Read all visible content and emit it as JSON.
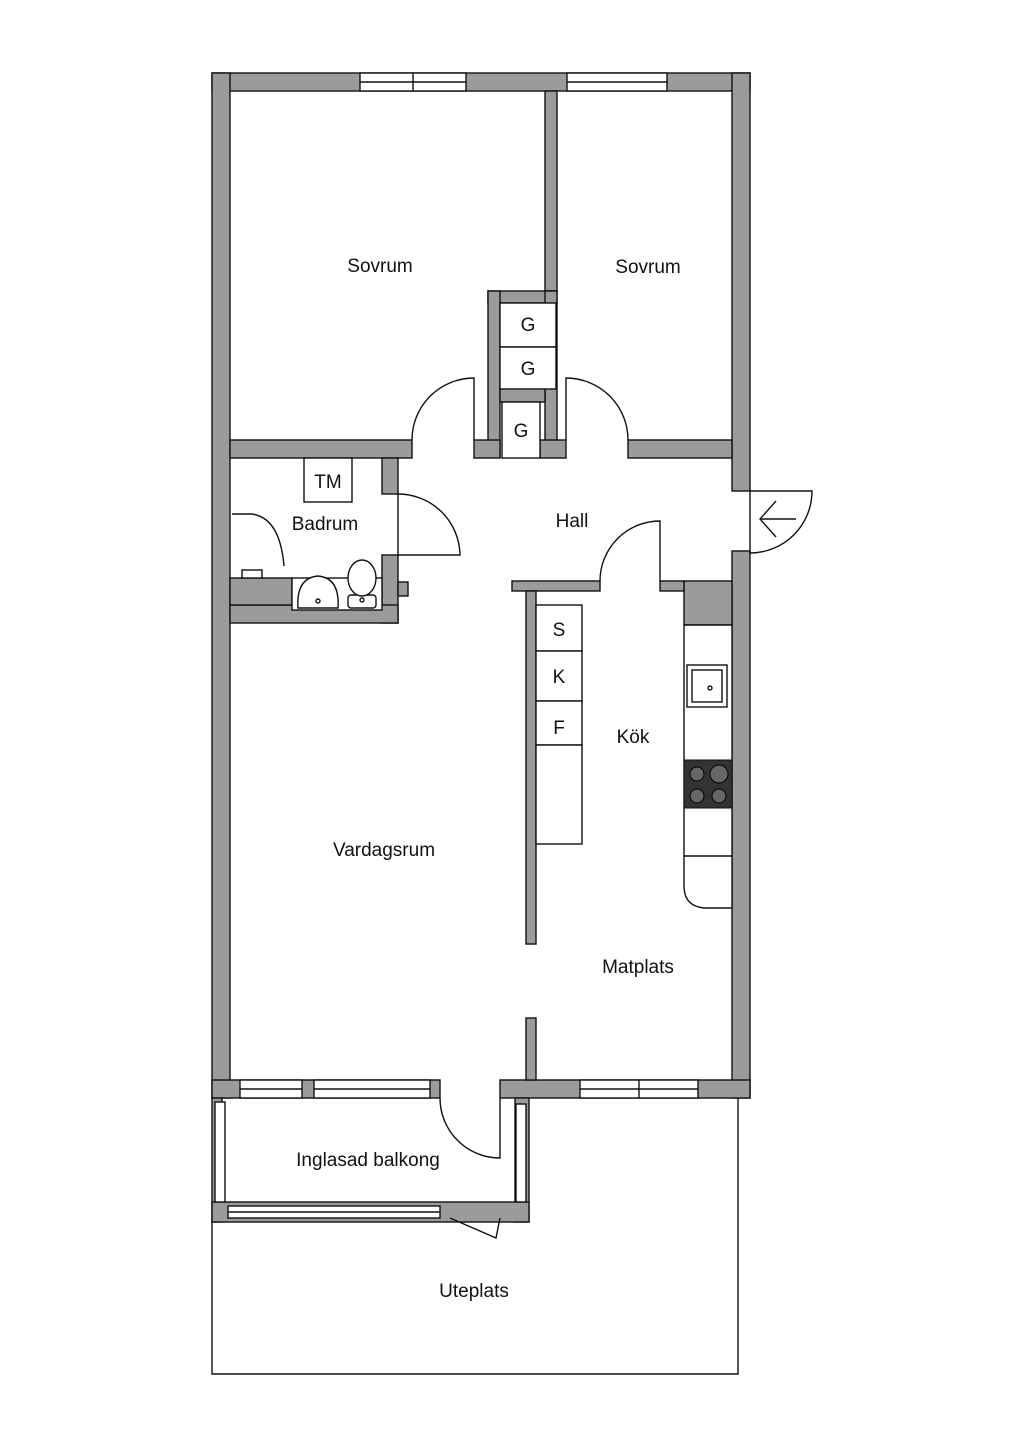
{
  "rooms": {
    "sovrum_left": "Sovrum",
    "sovrum_right": "Sovrum",
    "hall": "Hall",
    "badrum": "Badrum",
    "kok": "Kök",
    "vardagsrum": "Vardagsrum",
    "matplats": "Matplats",
    "balkong": "Inglasad balkong",
    "uteplats": "Uteplats"
  },
  "fixtures": {
    "wardrobe_1": "G",
    "wardrobe_2": "G",
    "wardrobe_3": "G",
    "tm": "TM",
    "s": "S",
    "k": "K",
    "f": "F"
  },
  "colors": {
    "wall": "#9b9b9b",
    "line": "#111111",
    "background": "#ffffff"
  }
}
